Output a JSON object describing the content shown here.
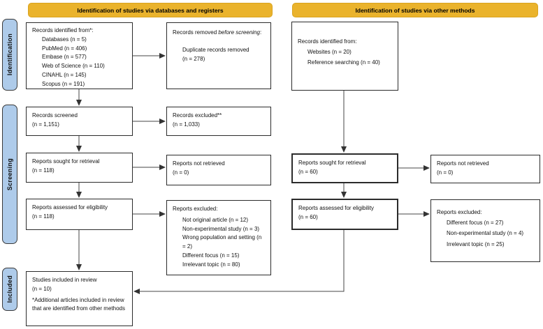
{
  "banners": {
    "databases": "Identification of studies via databases and registers",
    "other": "Identification of studies via other methods"
  },
  "stage_labels": {
    "identification": "Identification",
    "screening": "Screening",
    "included": "Included"
  },
  "colors": {
    "banner_fill": "#EAB32C",
    "stage_label_fill": "#AECBEA",
    "box_border": "#2b2b2b",
    "arrow": "#444444"
  },
  "boxes": {
    "records_identified_db": {
      "title": "Records identified from*:",
      "items": [
        "Databases (n = 5)",
        "PubMed (n = 406)",
        "Embase (n = 577)",
        "Web of Science (n = 110)",
        "CINAHL (n = 145)",
        "Scopus (n = 191)"
      ]
    },
    "records_removed": {
      "prefix": "Records removed ",
      "italic": "before screening",
      "suffix": ":",
      "items": [
        "Duplicate records removed",
        "(n = 278)"
      ]
    },
    "records_identified_other": {
      "title": "Records identified from:",
      "items": [
        "Websites (n = 20)",
        "Reference searching (n = 40)"
      ]
    },
    "records_screened": {
      "line1": "Records screened",
      "line2": "(n = 1,151)"
    },
    "records_excluded": {
      "line1": "Records excluded**",
      "line2": "(n = 1,033)"
    },
    "reports_sought_db": {
      "line1": "Reports sought for retrieval",
      "line2": "(n = 118)"
    },
    "reports_not_retrieved_db": {
      "line1": "Reports not retrieved",
      "line2": "(n = 0)"
    },
    "reports_sought_other": {
      "line1": "Reports sought for retrieval",
      "line2": "(n = 60)"
    },
    "reports_not_retrieved_other": {
      "line1": "Reports not retrieved",
      "line2": "(n = 0)"
    },
    "reports_assessed_db": {
      "line1": "Reports assessed for eligibility",
      "line2": "(n = 118)"
    },
    "reports_excluded_db": {
      "title": "Reports excluded:",
      "items": [
        "Not original article (n = 12)",
        "Non-experimental study (n = 3)",
        "Wrong population and setting (n = 2)",
        "Different focus (n = 15)",
        "Irrelevant topic (n = 80)"
      ]
    },
    "reports_assessed_other": {
      "line1": "Reports assessed for eligibility",
      "line2": "(n = 60)"
    },
    "reports_excluded_other": {
      "title": "Reports excluded:",
      "items": [
        "Different focus (n = 27)",
        "Non-experimental study (n = 4)",
        "Irrelevant topic (n = 25)"
      ]
    },
    "studies_included": {
      "line1": "Studies included in review",
      "line2": "(n = 10)",
      "note": "*Additional articles included in review that are identified from other methods"
    }
  }
}
